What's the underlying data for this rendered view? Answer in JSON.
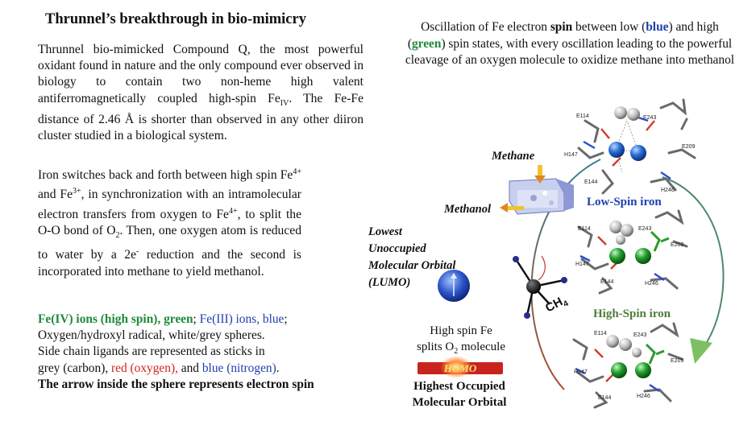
{
  "title": "Thrunnel’s breakthrough in bio-mimicry",
  "para1": {
    "main": "Thrunnel bio-mimicked Compound Q, the most powerful oxidant found in nature and the only compound ever observed in biology to contain two non-heme high valent antiferromagnetically coupled high-spin Fe",
    "sub": "IV",
    "rest": ". The Fe-Fe distance of 2.46 Å is shorter than observed in any other diiron cluster studied in a biological system."
  },
  "para2": {
    "t1": "Iron switches back and forth between high spin Fe",
    "s1": "4+",
    "t2": " and Fe",
    "s2": "3+",
    "t3": ", in synchronization with an intramolecular electron transfers from oxygen to Fe",
    "s3": "4+",
    "t4": ", to split the O-O bond of O",
    "s4": "2",
    "t5": ". Then, one oxygen atom is reduced to water by a 2e",
    "s5": "-",
    "t6": " reduction and the second is incorporated into methane to yield methanol."
  },
  "legend": {
    "fe4": "Fe(IV) ions (high spin), green",
    "sep1": "; ",
    "fe3": "Fe(III) ions, blue",
    "sep2": ";",
    "line2": "Oxygen/hydroxyl radical, white/grey spheres.",
    "line3": "Side chain ligands are represented as sticks in",
    "line4a": "grey (carbon), ",
    "line4b": "red (oxygen),",
    "line4c": " and ",
    "line4d": "blue (nitrogen)",
    "line4e": ".",
    "line5": "The arrow inside the sphere represents electron spin"
  },
  "caption": {
    "c1": "Oscillation of Fe electron ",
    "c2": "spin",
    "c3": " between low (",
    "c4": "blue",
    "c5": ") and high (",
    "c6": "green",
    "c7": ") spin states, with every oscillation leading to the powerful cleavage of an oxygen molecule to oxidize methane into methanol"
  },
  "labels": {
    "methane": "Methane",
    "methanol": "Methanol",
    "lumo_lines": [
      "Lowest",
      "Unoccupied",
      "Molecular Orbital",
      "(LUMO)"
    ],
    "ch4": "CH",
    "ch4_sub": "4",
    "high_spin_fe_1": "High spin Fe",
    "high_spin_fe_2a": "splits O",
    "high_spin_fe_2b": "2",
    "high_spin_fe_2c": " molecule",
    "homo": "HOMO",
    "homo_full_1": "Highest Occupied",
    "homo_full_2": "Molecular Orbital",
    "low_spin": "Low-Spin iron",
    "high_spin": "High-Spin iron"
  },
  "residues": {
    "top": [
      "E114",
      "E243",
      "H147",
      "E209",
      "E144",
      "H246"
    ],
    "mid": [
      "E114",
      "E243",
      "E209",
      "H147",
      "E144",
      "H246"
    ],
    "bot": [
      "E114",
      "E243",
      "E209",
      "H147",
      "E144",
      "H246"
    ]
  },
  "colors": {
    "fe_low_spin": "#2a6fd6",
    "fe_high_spin": "#22a02c",
    "low_spin_label": "#1e3fb0",
    "high_spin_label": "#4e7d3a",
    "homo_bar": "#c8231c",
    "lumo_sphere": "#2d55c8"
  }
}
